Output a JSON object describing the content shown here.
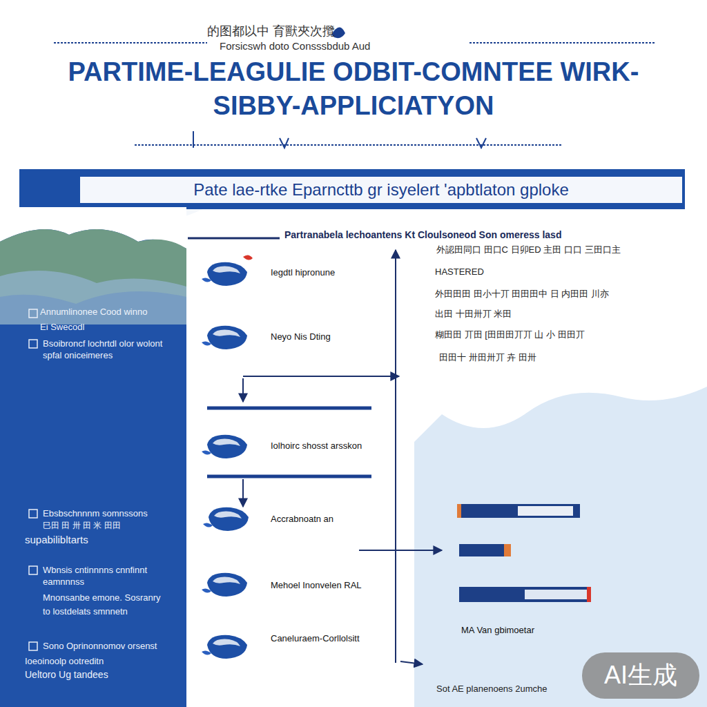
{
  "diagram": {
    "title": "PARTIME-LEAGULIE ODBIT-COMNTEE WIRK-SIBBY-APPLICIATYON",
    "nodes": [
      {
        "text": [
          "Pate lae-rtke Eparncttb gr isyelert 'apbtlaton gploke"
        ]
      },
      {
        "text": [
          "Annumlinonee Cood winno",
          "Ei Swecodl",
          "Bsoibroncf lochrtdl olor wolont spfal oniceimeres",
          "Ebsbschnnnm somnssons",
          "巳田 田 卅 田 米 田田",
          "supabilibltarts",
          "Wbnsis cntinnnns cnnfinnt eamnnnss",
          "Mnonsanbe emone. Sosranry",
          "to lostdelats smnnetn",
          "Sono Oprinonnomov orsenst",
          "Ioeoinoolp ootreditn",
          "Ueltoro Ug tandees"
        ]
      }
    ],
    "labels": [
      "的图都以中 育獸夾次攬",
      "Forsicswh doto Consssbdub Aud",
      "Partranabela lechoantens Kt Cloulsoneod Son omeress lasd",
      "外認田同口 田口C 日卯ED 主田 口口 三田口主",
      "HASTERED",
      "外田田田 田小十丌 田田田中 日 内田田 川亦",
      "出田 十田卅丌 米田",
      "糊田田 丌田 [田田田丌丌 山 小 田田丌",
      "田田十 卅田卅丌 卉 田卅",
      "Iegdtl hipronune",
      "Neyo Nis Dting",
      "Iolhoirc shosst arsskon",
      "Accrabnoatn an",
      "Mehoel Inonvelen RAL",
      "Caneluraem-Corllolsitt",
      "MA Van gbimoetar",
      "Sot AE planenoens 2umche",
      "AI生成"
    ]
  }
}
